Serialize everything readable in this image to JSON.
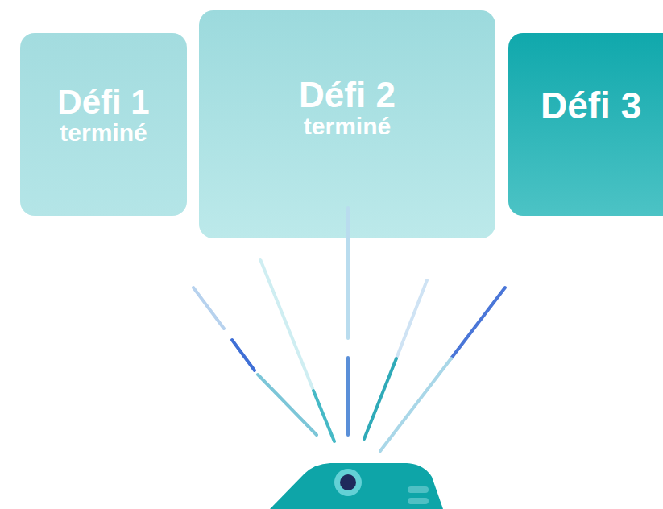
{
  "diagram": {
    "nodes": [
      {
        "text": [
          "Défi 1",
          "terminé"
        ]
      },
      {
        "text": [
          "Défi 2",
          "terminé"
        ]
      },
      {
        "text": [
          "Défi 3"
        ]
      }
    ]
  }
}
